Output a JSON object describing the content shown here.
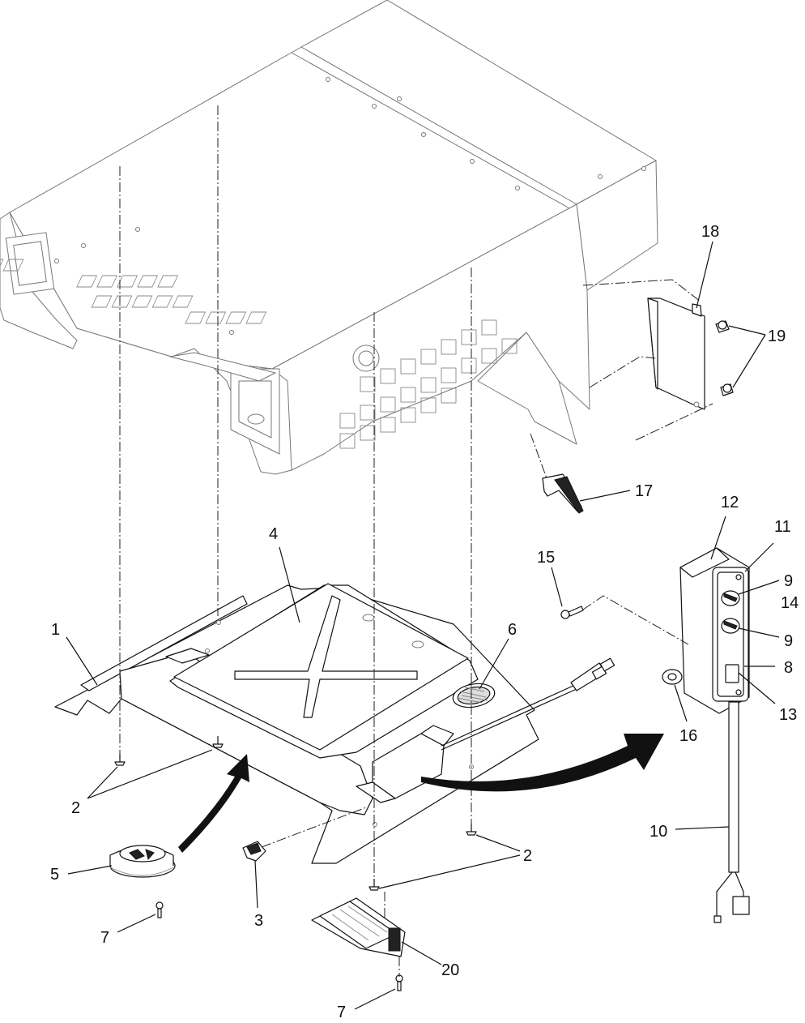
{
  "callouts": [
    {
      "label": "1"
    },
    {
      "label": "2"
    },
    {
      "label": "2"
    },
    {
      "label": "3"
    },
    {
      "label": "4"
    },
    {
      "label": "5"
    },
    {
      "label": "6"
    },
    {
      "label": "7"
    },
    {
      "label": "7"
    },
    {
      "label": "8"
    },
    {
      "label": "9"
    },
    {
      "label": "9"
    },
    {
      "label": "10"
    },
    {
      "label": "11"
    },
    {
      "label": "12"
    },
    {
      "label": "13"
    },
    {
      "label": "14"
    },
    {
      "label": "15"
    },
    {
      "label": "16"
    },
    {
      "label": "17"
    },
    {
      "label": "18"
    },
    {
      "label": "19"
    },
    {
      "label": "20"
    }
  ]
}
